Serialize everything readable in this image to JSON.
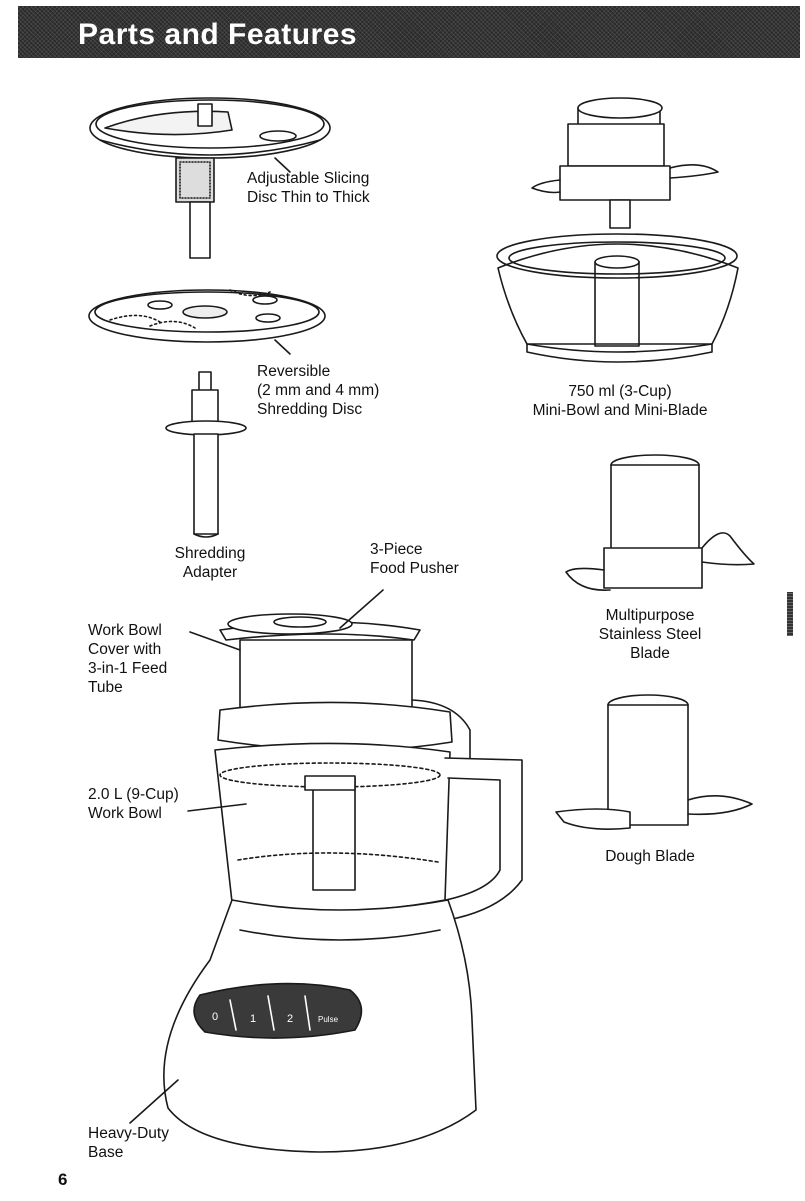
{
  "header": {
    "title": "Parts and Features"
  },
  "labels": {
    "slicing_disc": "Adjustable Slicing\nDisc Thin to Thick",
    "shredding_disc": "Reversible\n(2 mm and 4 mm)\nShredding Disc",
    "mini_bowl": "750 ml (3-Cup)\nMini-Bowl and Mini-Blade",
    "shredding_adapter": "Shredding\nAdapter",
    "food_pusher": "3-Piece\nFood Pusher",
    "multipurpose_blade": "Multipurpose\nStainless Steel\nBlade",
    "work_bowl_cover": "Work Bowl\nCover with\n3-in-1 Feed\nTube",
    "work_bowl": "2.0 L (9-Cup)\nWork Bowl",
    "dough_blade": "Dough Blade",
    "base": "Heavy-Duty\nBase"
  },
  "control_panel": {
    "buttons": [
      "0",
      "1",
      "2",
      "Pulse"
    ]
  },
  "page_number": "6"
}
